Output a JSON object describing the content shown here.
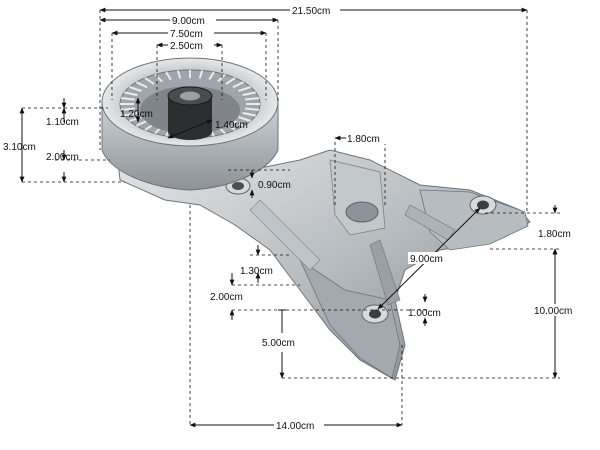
{
  "colors": {
    "background": "#ffffff",
    "dimension_line": "#111111",
    "casting_light": "#d5d9dc",
    "casting_mid": "#a7adb2",
    "casting_dark": "#6e7479",
    "bushing": "#2b2d2f"
  },
  "dimensions": {
    "overall_width": "21.50cm",
    "ring_outer": "9.00cm",
    "ring_inner": "7.50cm",
    "hub_outer": "2.50cm",
    "bore_offset": "1.20cm",
    "bore_width": "1.40cm",
    "ring_rim_height": "1.10cm",
    "ring_total_height": "3.10cm",
    "ring_body_height": "2.00cm",
    "boss_diameter": "1.80cm",
    "mount_hole": "0.90cm",
    "right_arm_depth": "1.80cm",
    "hole_spacing": "9.00cm",
    "slot_height": "1.30cm",
    "rib_height": "2.00cm",
    "lower_hole": "1.00cm",
    "lower_tab": "5.00cm",
    "arm_height": "10.00cm",
    "base_width": "14.00cm"
  }
}
